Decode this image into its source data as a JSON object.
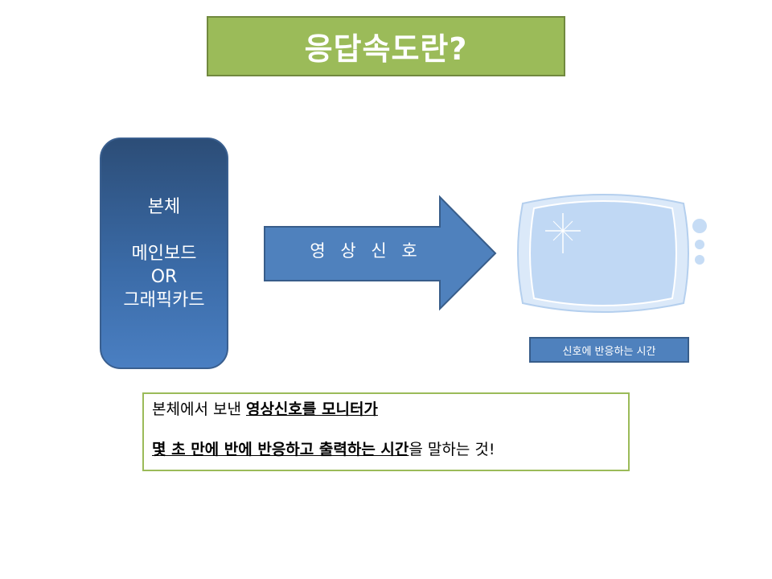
{
  "title": "응답속도란?",
  "mainboard": {
    "line1": "본체",
    "line2": "메인보드",
    "line3": "OR",
    "line4": "그래픽카드"
  },
  "arrow": {
    "label": "영 상 신 호"
  },
  "monitor": {
    "signal_label": "신호에 반응하는 시간"
  },
  "description": {
    "line1_plain": "본체에서 보낸 ",
    "line1_emph": "영상신호를 모니터가",
    "line2_emph": "몇 초 만에 반에 반응하고 출력하는 시간",
    "line2_plain": "을 말하는 것!"
  },
  "colors": {
    "title_bg": "#9bbb59",
    "box_blue": "#4f81bd",
    "monitor_light": "#c6dcf5"
  }
}
